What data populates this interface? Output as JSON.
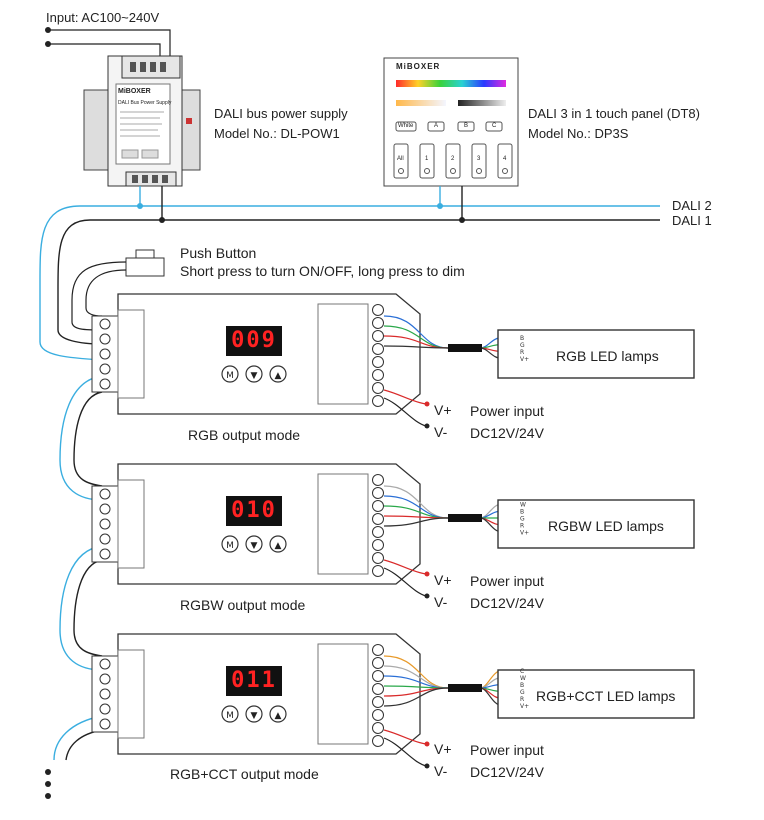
{
  "input_label": "Input: AC100~240V",
  "power_supply": {
    "title": "DALI bus power supply",
    "model": "Model No.: DL-POW1",
    "brand": "MiBOXER",
    "label_lines": [
      "DALI Bus Power Supply"
    ]
  },
  "touch_panel": {
    "title": "DALI 3 in 1 touch panel (DT8)",
    "model": "Model No.: DP3S",
    "brand": "MiBOXER",
    "buttons": [
      "White",
      "A",
      "B",
      "C"
    ],
    "zones": [
      "All",
      "1",
      "2",
      "3",
      "4"
    ]
  },
  "bus_lines": {
    "dali2": "DALI 2",
    "dali1": "DALI 1"
  },
  "push_button": {
    "title": "Push Button",
    "description": "Short press to turn ON/OFF, long press to dim"
  },
  "controllers": [
    {
      "display": "009",
      "mode_label": "RGB output mode",
      "lamp_label": "RGB LED lamps",
      "lamp_pins": [
        "B",
        "G",
        "R",
        "V+"
      ],
      "wire_colors": [
        "#2a6fd6",
        "#2aa84a",
        "#d92b2b",
        "#333333"
      ],
      "power_vplus": "V+",
      "power_vminus": "V-",
      "power_title": "Power input",
      "power_voltage": "DC12V/24V"
    },
    {
      "display": "010",
      "mode_label": "RGBW output mode",
      "lamp_label": "RGBW LED lamps",
      "lamp_pins": [
        "W",
        "B",
        "G",
        "R",
        "V+"
      ],
      "wire_colors": [
        "#aaaaaa",
        "#2a6fd6",
        "#2aa84a",
        "#d92b2b",
        "#333333"
      ],
      "power_vplus": "V+",
      "power_vminus": "V-",
      "power_title": "Power input",
      "power_voltage": "DC12V/24V"
    },
    {
      "display": "011",
      "mode_label": "RGB+CCT output mode",
      "lamp_label": "RGB+CCT LED lamps",
      "lamp_pins": [
        "C",
        "W",
        "B",
        "G",
        "R",
        "V+"
      ],
      "wire_colors": [
        "#e89a2a",
        "#aaaaaa",
        "#2a6fd6",
        "#2aa84a",
        "#d92b2b",
        "#333333"
      ],
      "power_vplus": "V+",
      "power_vminus": "V-",
      "power_title": "Power input",
      "power_voltage": "DC12V/24V"
    }
  ],
  "control_buttons": [
    "M",
    "▼",
    "▲"
  ],
  "colors": {
    "dali2_wire": "#3aaee0",
    "dali1_wire": "#222222",
    "display_text": "#ff2222"
  }
}
